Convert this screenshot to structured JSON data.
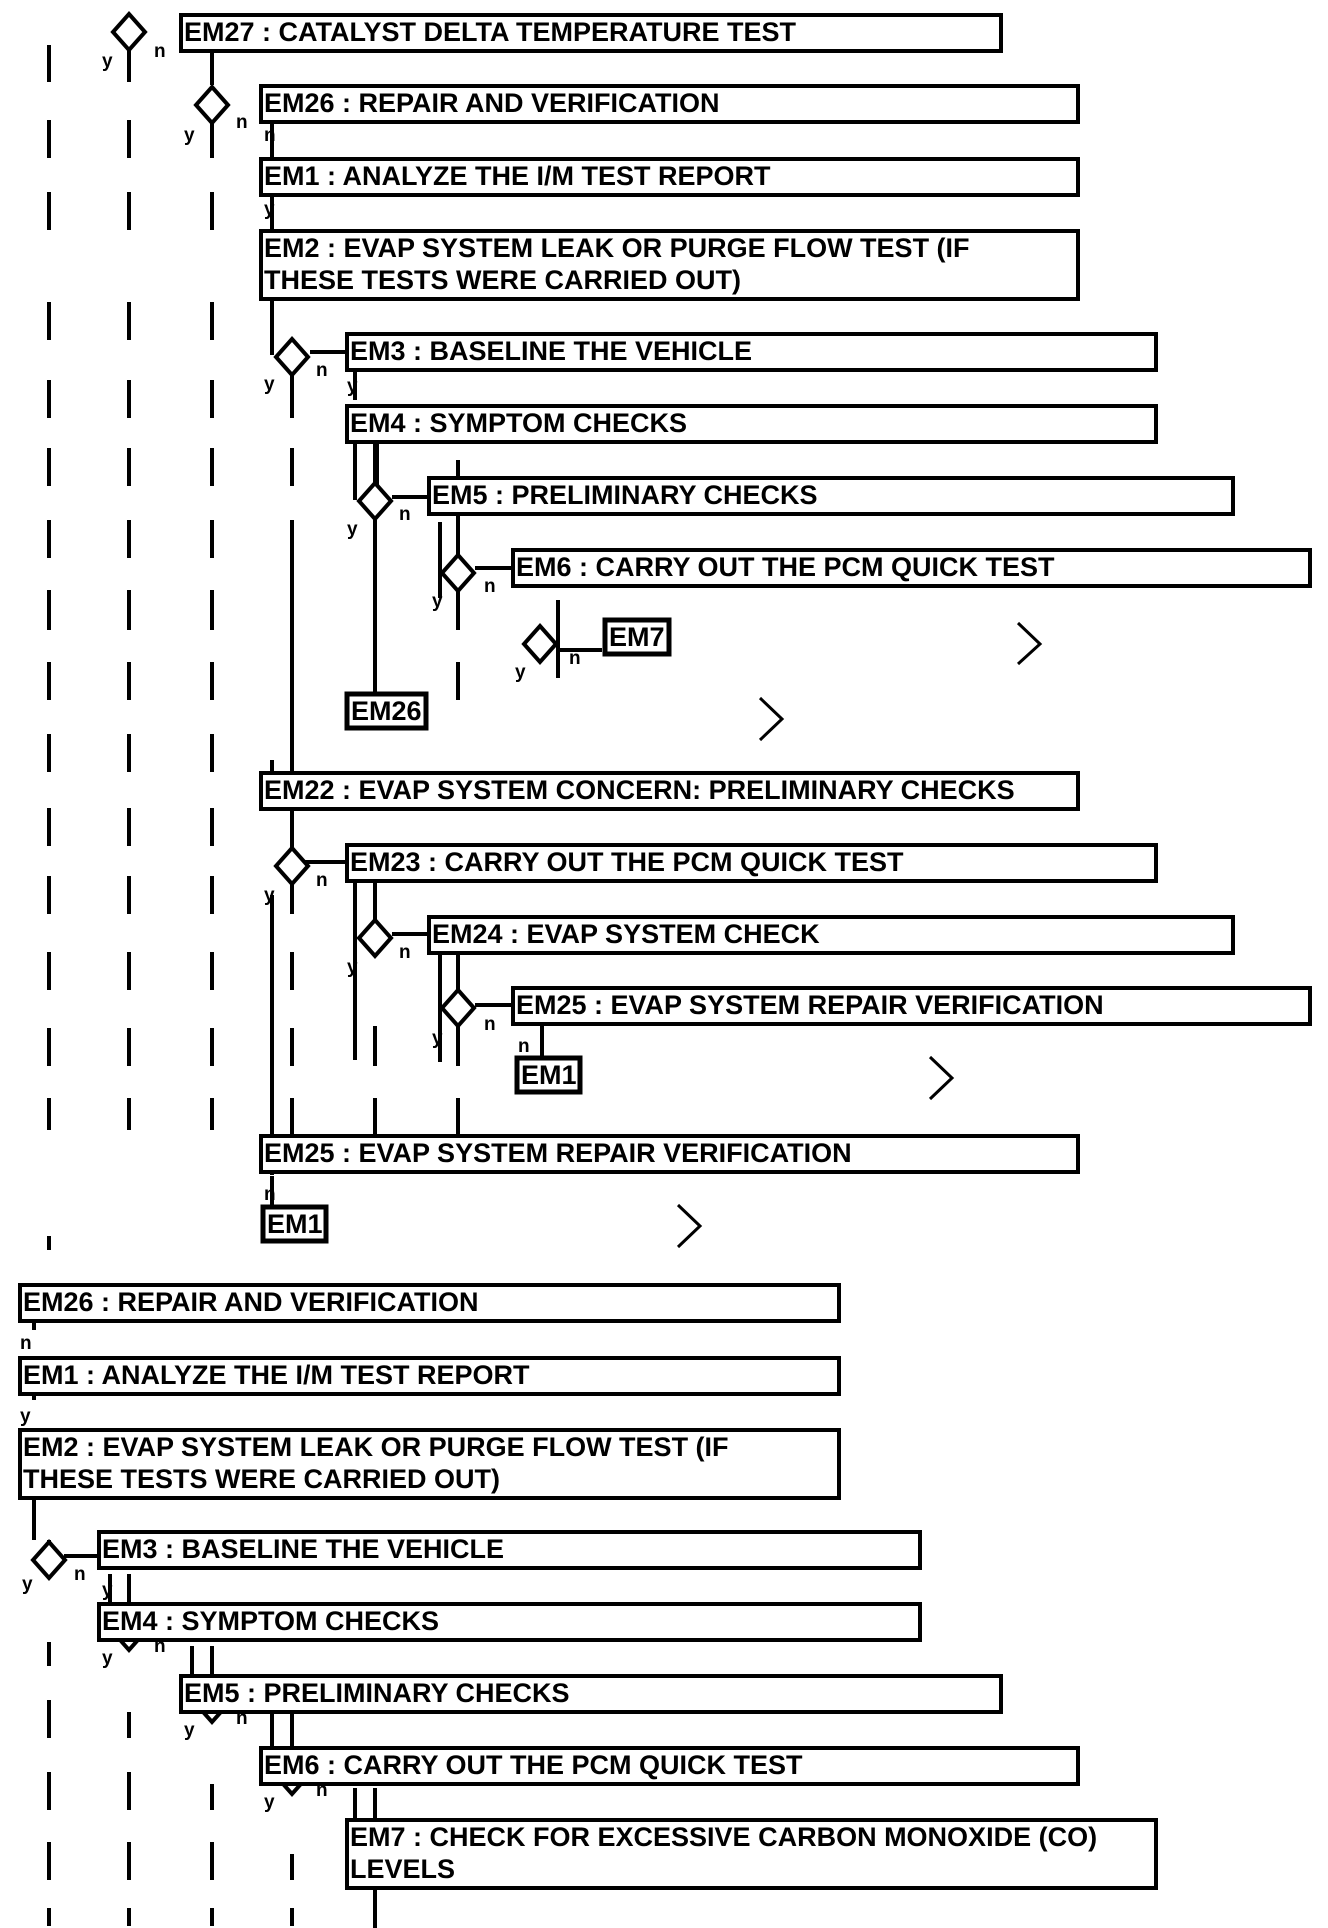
{
  "boxes": {
    "em27": "EM27 : CATALYST DELTA TEMPERATURE TEST",
    "em26_a": "EM26 : REPAIR AND VERIFICATION",
    "em1_a": "EM1 : ANALYZE THE I/M TEST REPORT",
    "em2_a_l1": "EM2 : EVAP SYSTEM LEAK OR PURGE FLOW TEST (IF",
    "em2_a_l2": "THESE TESTS WERE CARRIED OUT)",
    "em3_a": "EM3 : BASELINE THE VEHICLE",
    "em4_a": "EM4 : SYMPTOM CHECKS",
    "em5_a": "EM5 : PRELIMINARY CHECKS",
    "em6_a": "EM6 : CARRY OUT THE PCM QUICK TEST",
    "em22": "EM22 : EVAP SYSTEM CONCERN: PRELIMINARY CHECKS",
    "em23": "EM23 : CARRY OUT THE PCM QUICK TEST",
    "em24": "EM24 : EVAP SYSTEM CHECK",
    "em25_a": "EM25 : EVAP SYSTEM REPAIR VERIFICATION",
    "em25_b": "EM25 : EVAP SYSTEM REPAIR VERIFICATION",
    "em26_b": "EM26 : REPAIR AND VERIFICATION",
    "em1_b": "EM1 : ANALYZE THE I/M TEST REPORT",
    "em2_b_l1": "EM2 : EVAP SYSTEM LEAK OR PURGE FLOW TEST (IF",
    "em2_b_l2": "THESE TESTS WERE CARRIED OUT)",
    "em3_b": "EM3 : BASELINE THE VEHICLE",
    "em4_b": "EM4 : SYMPTOM CHECKS",
    "em5_b": "EM5 : PRELIMINARY CHECKS",
    "em6_b": "EM6 : CARRY OUT THE PCM QUICK TEST",
    "em7_l1": "EM7 : CHECK FOR EXCESSIVE CARBON MONOXIDE (CO)",
    "em7_l2": "LEVELS"
  },
  "refs": {
    "em7": "EM7",
    "em26": "EM26",
    "em1_a": "EM1",
    "em1_b": "EM1"
  },
  "labels": {
    "yes": "y",
    "no": "n"
  }
}
